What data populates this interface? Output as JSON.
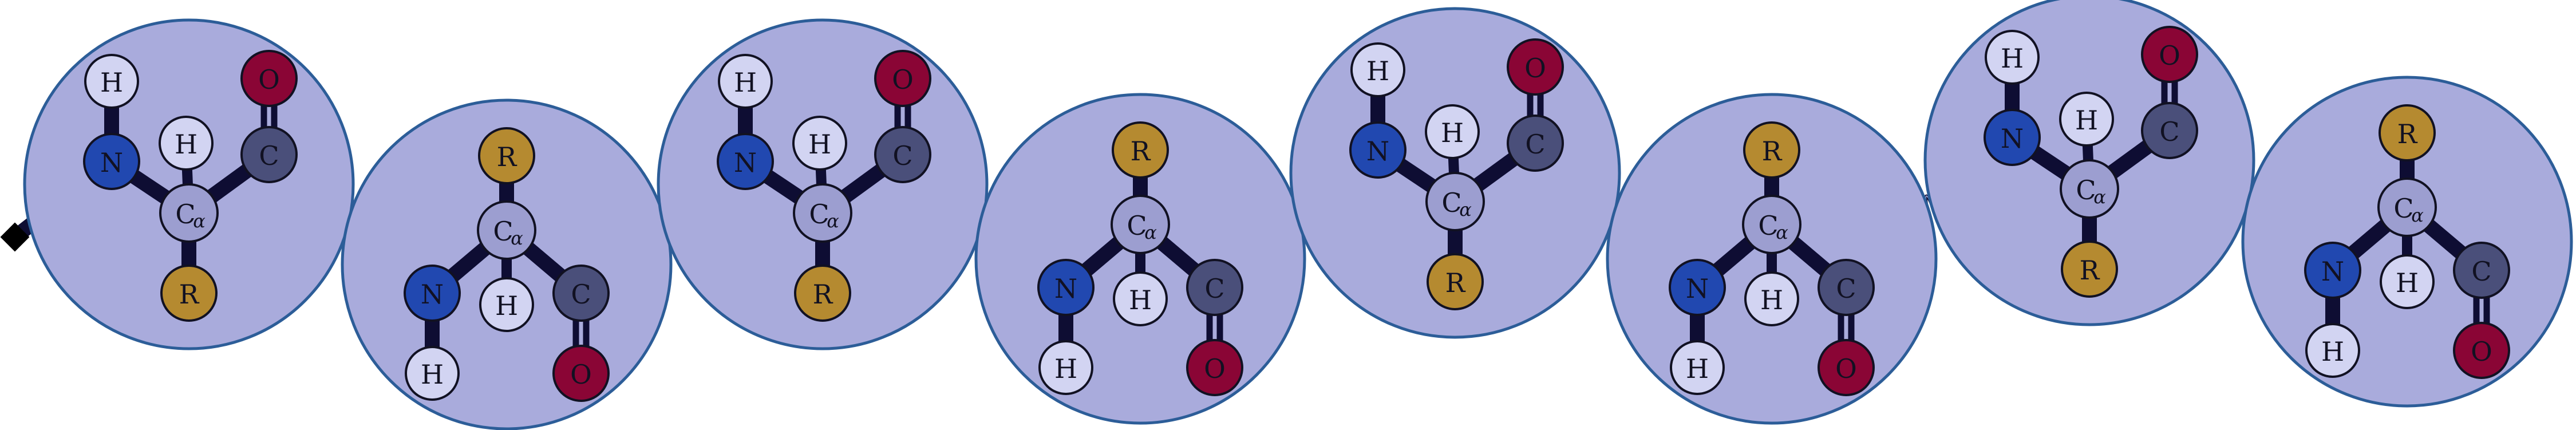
{
  "diagram": {
    "residue_count": 8,
    "labels": {
      "hydrogen": "H",
      "nitrogen": "N",
      "alpha_carbon": "C",
      "alpha_subscript": "α",
      "carbonyl_carbon": "C",
      "oxygen": "O",
      "side_chain": "R"
    },
    "colors": {
      "residue_fill": "#a9abdc",
      "residue_stroke": "#2c5d98",
      "bond": "#0e0d33",
      "hydrogen": "#d2d4f2",
      "nitrogen": "#2148b0",
      "alpha_carbon": "#9c9ed0",
      "carbonyl_carbon": "#4a4f7a",
      "oxygen": "#8a0535",
      "side_chain": "#b58a30",
      "spring": "#0e0d33"
    },
    "residues": [
      {
        "orientation": "up"
      },
      {
        "orientation": "down"
      },
      {
        "orientation": "up"
      },
      {
        "orientation": "down"
      },
      {
        "orientation": "up"
      },
      {
        "orientation": "down"
      },
      {
        "orientation": "up"
      },
      {
        "orientation": "down"
      }
    ]
  }
}
